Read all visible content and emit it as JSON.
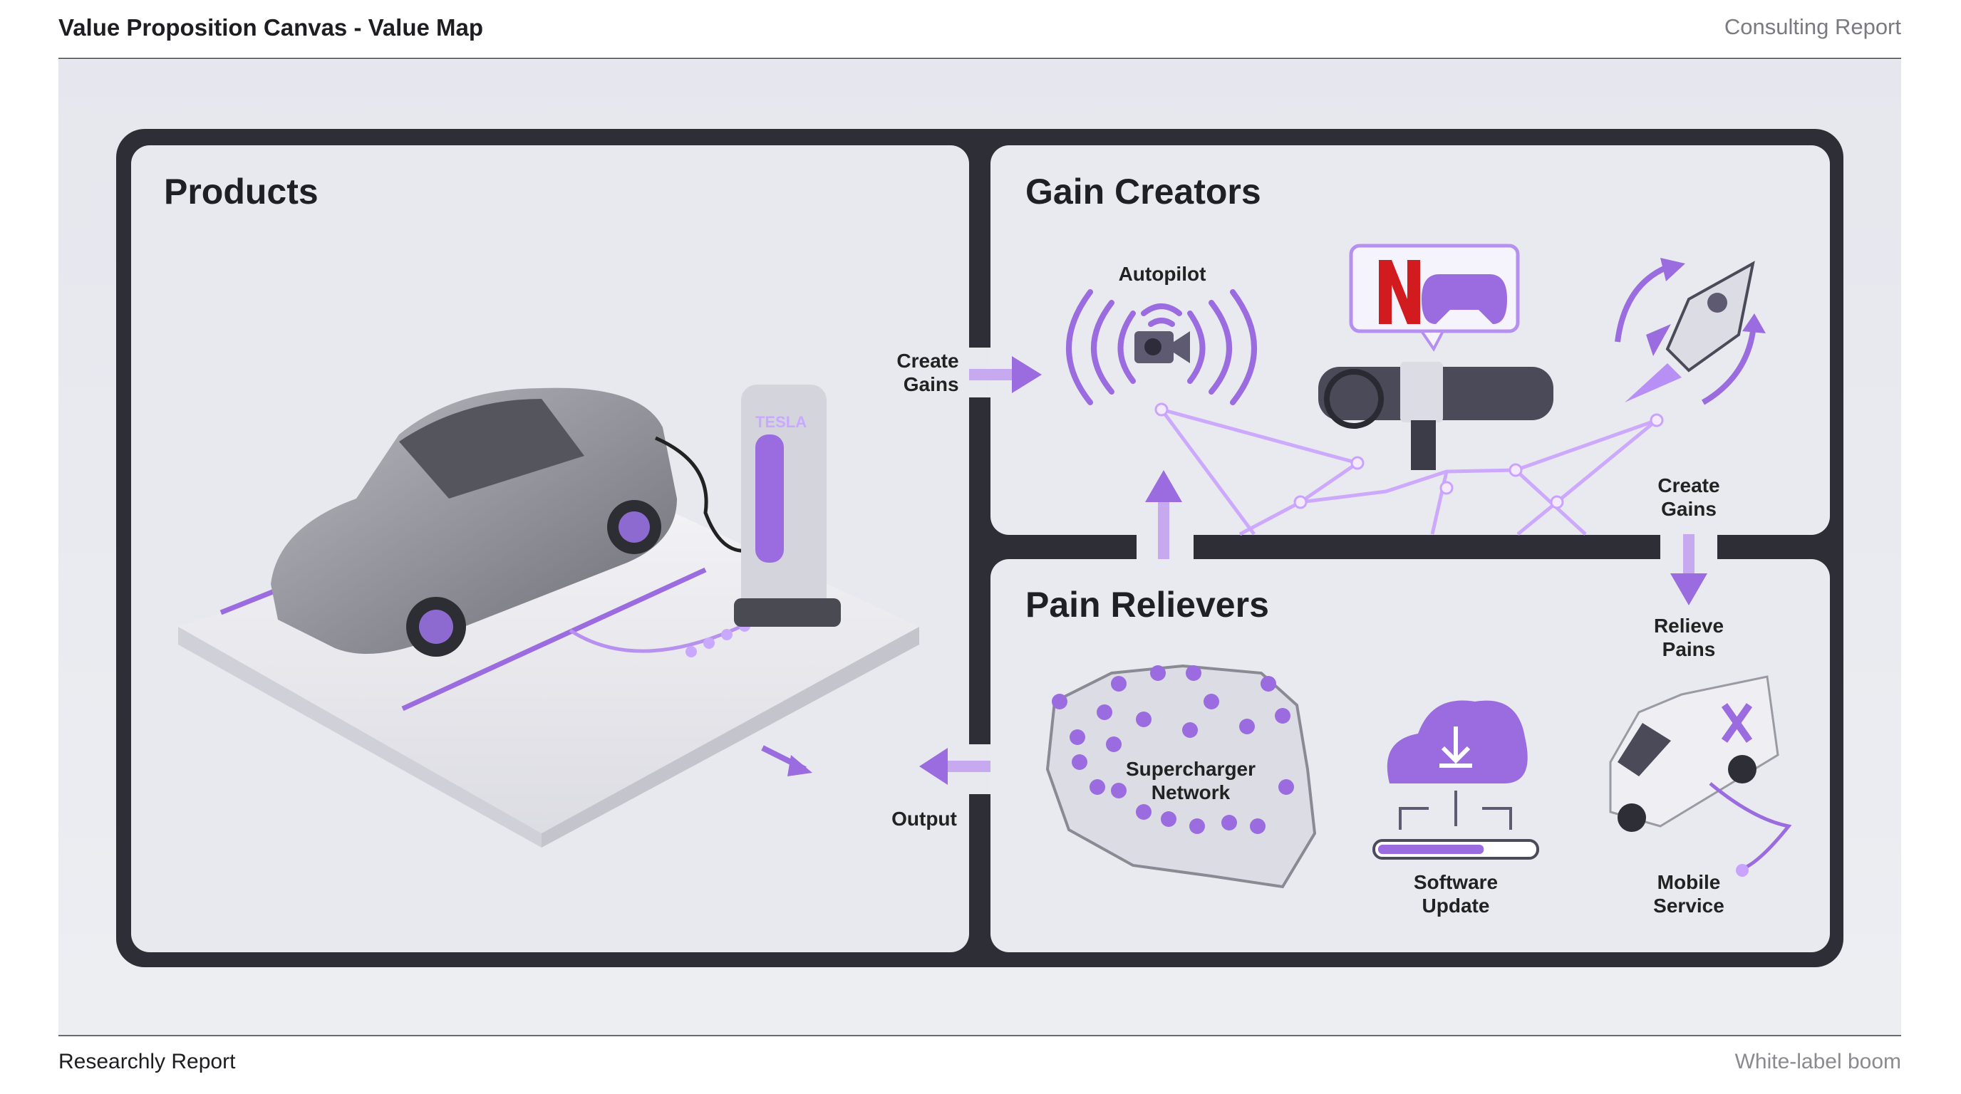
{
  "header": {
    "title": "Value Proposition Canvas - Value Map",
    "right_label": "Consulting Report"
  },
  "footer": {
    "left_label": "Researchly Report",
    "right_label": "White-label boom"
  },
  "panels": {
    "products": {
      "title": "Products"
    },
    "gain_creators": {
      "title": "Gain Creators"
    },
    "pain_relievers": {
      "title": "Pain Relievers"
    }
  },
  "labels": {
    "create_gains_left": "Create\nGains",
    "autopilot": "Autopilot",
    "create_gains_right": "Create\nGains",
    "relieve_pains": "Relieve\nPains",
    "supercharger": "Supercharger\nNetwork",
    "software_update": "Software\nUpdate",
    "mobile_service": "Mobile\nService",
    "output": "Output"
  },
  "charger_brand": "TESLA",
  "icons": [
    "car",
    "charger",
    "camera-signal",
    "netflix-logo",
    "gamepad-icon",
    "dashboard",
    "rocket-icon",
    "map-pins",
    "cloud-download-icon",
    "progress-bar",
    "service-van"
  ],
  "software_update_progress": 0.68,
  "colors": {
    "accent": "#9b6be0",
    "frame": "#2e2f36",
    "panel": "#e8e9ee",
    "netflix": "#d11b1f"
  }
}
